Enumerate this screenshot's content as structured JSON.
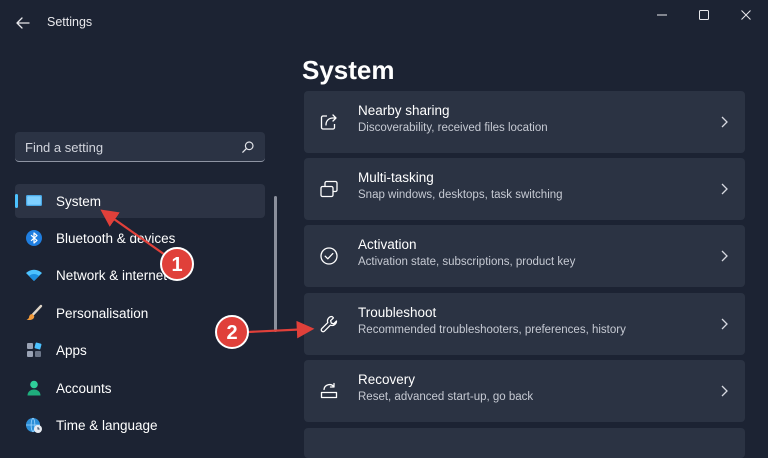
{
  "window": {
    "title": "Settings"
  },
  "search": {
    "placeholder": "Find a setting"
  },
  "sidebar": {
    "items": [
      {
        "label": "System",
        "icon": "monitor-icon",
        "active": true
      },
      {
        "label": "Bluetooth & devices",
        "icon": "bluetooth-icon"
      },
      {
        "label": "Network & internet",
        "icon": "wifi-icon"
      },
      {
        "label": "Personalisation",
        "icon": "brush-icon"
      },
      {
        "label": "Apps",
        "icon": "apps-icon"
      },
      {
        "label": "Accounts",
        "icon": "person-icon"
      },
      {
        "label": "Time & language",
        "icon": "globe-clock-icon"
      }
    ]
  },
  "main": {
    "title": "System",
    "cards": [
      {
        "title": "Nearby sharing",
        "desc": "Discoverability, received files location",
        "icon": "share-icon"
      },
      {
        "title": "Multi-tasking",
        "desc": "Snap windows, desktops, task switching",
        "icon": "multitask-icon"
      },
      {
        "title": "Activation",
        "desc": "Activation state, subscriptions, product key",
        "icon": "check-circle-icon"
      },
      {
        "title": "Troubleshoot",
        "desc": "Recommended troubleshooters, preferences, history",
        "icon": "wrench-icon"
      },
      {
        "title": "Recovery",
        "desc": "Reset, advanced start-up, go back",
        "icon": "recovery-icon"
      }
    ]
  },
  "annotations": {
    "marker_1": "1",
    "marker_2": "2",
    "color": "#e0403a"
  },
  "colors": {
    "background": "#1c2333",
    "card": "#2b3343",
    "accent": "#4cc2ff"
  }
}
